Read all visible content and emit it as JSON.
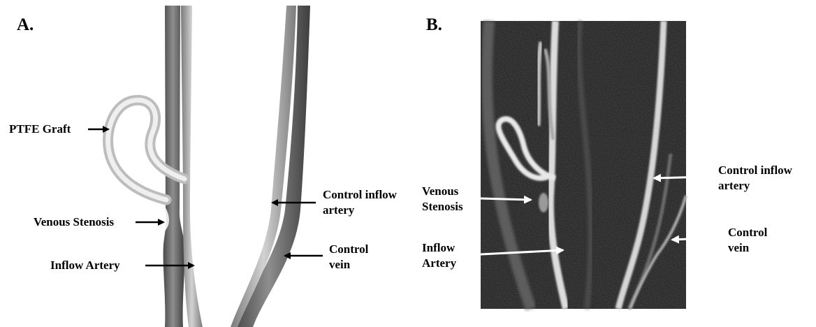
{
  "panel_a": {
    "letter": "A.",
    "labels": {
      "graft": "PTFE Graft",
      "venous_stenosis": "Venous Stenosis",
      "inflow_artery": "Inflow Artery",
      "control_inflow_artery": [
        "Control inflow",
        "artery"
      ],
      "control_vein": [
        "Control",
        "vein"
      ]
    }
  },
  "panel_b": {
    "letter": "B.",
    "labels": {
      "venous_stenosis": [
        "Venous",
        "Stenosis"
      ],
      "inflow_artery": [
        "Inflow",
        "Artery"
      ],
      "control_inflow_artery": [
        "Control inflow",
        "artery"
      ],
      "control_vein": [
        "Control",
        "vein"
      ]
    }
  }
}
